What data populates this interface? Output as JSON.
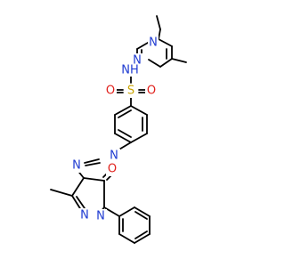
{
  "molecule": {
    "colors": {
      "bond": "#000000",
      "nitrogen": "#1f3bd1",
      "oxygen": "#e0201b",
      "sulfur": "#c9a400",
      "background": "#ffffff"
    },
    "atom_labels": {
      "N_pyrimidine_top": "N",
      "N_pyrimidine_left": "N",
      "NH": "NH",
      "S": "S",
      "O_left": "O",
      "O_right": "O",
      "N_azo_1": "N",
      "N_azo_2": "N",
      "O_carbonyl": "O",
      "N_pyrazole_1": "N",
      "N_pyrazole_2": "N"
    }
  }
}
